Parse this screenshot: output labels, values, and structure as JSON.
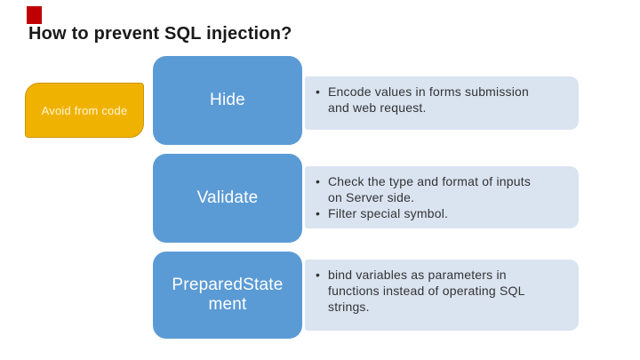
{
  "slide": {
    "title": "How to prevent SQL injection?",
    "side_label": "Avoid from code",
    "rows": [
      {
        "box_label": "Hide",
        "bullets": [
          "Encode values in forms submission and web request."
        ]
      },
      {
        "box_label": "Validate",
        "bullets": [
          "Check the type and format of inputs on Server side.",
          "Filter special symbol."
        ]
      },
      {
        "box_label": "PreparedState ment",
        "bullets": [
          "bind variables as parameters in functions instead of operating SQL strings."
        ]
      }
    ]
  },
  "colors": {
    "accent_red": "#c00000",
    "title_text": "#1a1a1a",
    "gold_fill": "#f0b200",
    "gold_border": "#ce9400",
    "gold_text": "#fff6d6",
    "box_blue": "#5b9bd5",
    "box_text": "#ffffff",
    "panel_blue": "#dae4f1",
    "body_text": "#333333"
  }
}
